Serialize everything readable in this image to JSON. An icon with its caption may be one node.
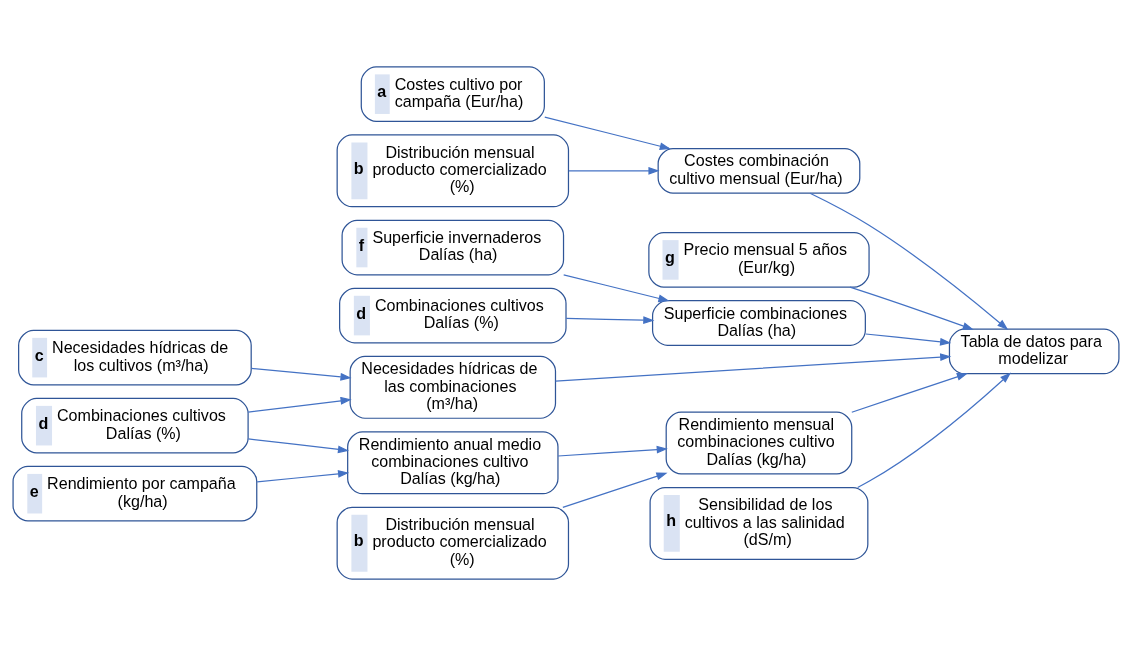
{
  "diagram": {
    "nodes": [
      {
        "text": [
          "a",
          "Costes cultivo por campaña (Eur/ha)"
        ]
      },
      {
        "text": [
          "b",
          "Distribución mensual producto comercializado (%)"
        ]
      },
      {
        "text": [
          "Costes combinación cultivo mensual (Eur/ha)"
        ]
      },
      {
        "text": [
          "g",
          "Precio mensual 5 años (Eur/kg)"
        ]
      },
      {
        "text": [
          "f",
          "Superficie invernaderos Dalías (ha)"
        ]
      },
      {
        "text": [
          "d",
          "Combinaciones cultivos Dalías (%)"
        ]
      },
      {
        "text": [
          "Superficie combinaciones Dalías (ha)"
        ]
      },
      {
        "text": [
          "Tabla de datos para modelizar"
        ]
      },
      {
        "text": [
          "c",
          "Necesidades hídricas de los cultivos (m³/ha)"
        ]
      },
      {
        "text": [
          "Necesidades hídricas de las combinaciones (m³/ha)"
        ]
      },
      {
        "text": [
          "d",
          "Combinaciones cultivos Dalías (%)"
        ]
      },
      {
        "text": [
          "b",
          "Distribución mensual producto comercializado (%)"
        ]
      },
      {
        "text": [
          "h",
          "Sensibilidad de los cultivos a las salinidad (dS/m)"
        ]
      },
      {
        "text": [
          "e",
          "Rendimiento por campaña (kg/ha)"
        ]
      },
      {
        "text": [
          "Rendimiento anual medio combinaciones cultivo Dalías (kg/ha)"
        ]
      },
      {
        "text": [
          "Rendimiento mensual combinaciones cultivo Dalías (kg/ha)"
        ]
      }
    ],
    "edges": [
      {
        "from": 0,
        "to": 2,
        "arrow": "to"
      },
      {
        "from": 1,
        "to": 2,
        "arrow": "to"
      },
      {
        "from": 4,
        "to": 6,
        "arrow": "to"
      },
      {
        "from": 5,
        "to": 6,
        "arrow": "to"
      },
      {
        "from": 8,
        "to": 9,
        "arrow": "to"
      },
      {
        "from": 10,
        "to": 9,
        "arrow": "to"
      },
      {
        "from": 10,
        "to": 14,
        "arrow": "to"
      },
      {
        "from": 13,
        "to": 14,
        "arrow": "to"
      },
      {
        "from": 11,
        "to": 15,
        "arrow": "to"
      },
      {
        "from": 14,
        "to": 15,
        "arrow": "to"
      },
      {
        "from": 2,
        "to": 7,
        "arrow": "to"
      },
      {
        "from": 3,
        "to": 7,
        "arrow": "to"
      },
      {
        "from": 6,
        "to": 7,
        "arrow": "to"
      },
      {
        "from": 9,
        "to": 7,
        "arrow": "to"
      },
      {
        "from": 12,
        "to": 7,
        "arrow": "to"
      },
      {
        "from": 15,
        "to": 7,
        "arrow": "to"
      }
    ]
  }
}
